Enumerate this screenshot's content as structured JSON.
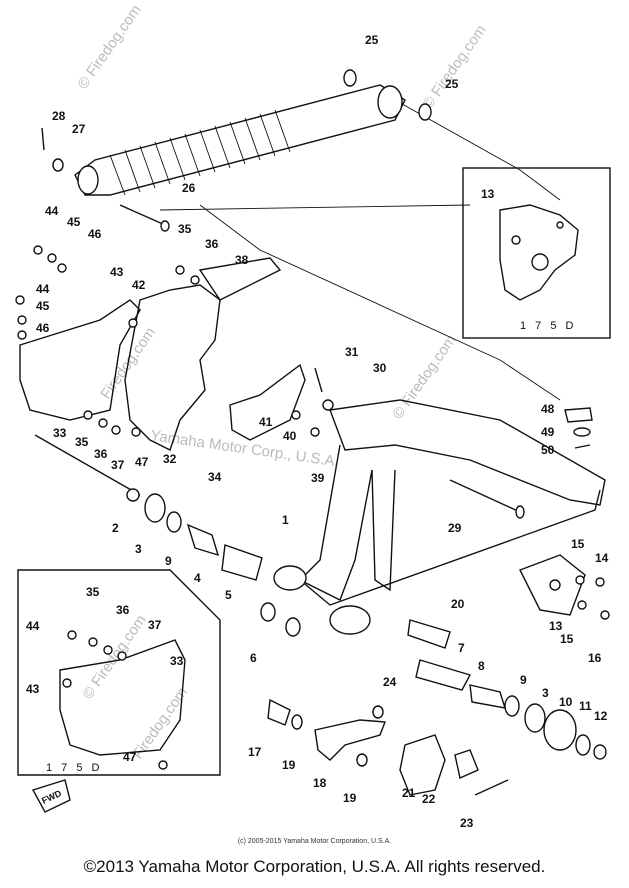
{
  "diagram": {
    "part_numbers": [
      "25",
      "25",
      "28",
      "27",
      "26",
      "13",
      "44",
      "45",
      "46",
      "35",
      "36",
      "38",
      "43",
      "42",
      "44",
      "45",
      "46",
      "31",
      "30",
      "48",
      "49",
      "50",
      "33",
      "35",
      "36",
      "37",
      "47",
      "32",
      "34",
      "41",
      "40",
      "39",
      "1",
      "2",
      "3",
      "9",
      "4",
      "5",
      "29",
      "15",
      "14",
      "20",
      "13",
      "15",
      "16",
      "6",
      "7",
      "8",
      "9",
      "3",
      "10",
      "11",
      "12",
      "24",
      "17",
      "19",
      "18",
      "19",
      "21",
      "22",
      "23",
      "35",
      "36",
      "37",
      "44",
      "43",
      "33",
      "47"
    ],
    "inset_captions": [
      "1 7 5 D",
      "1 7 5 D"
    ],
    "direction_label": "FWD",
    "watermarks": [
      "© Firedog.com",
      "Firedog.com",
      "Yamaha Motor Corp., U.S.A.",
      "© Firedog.com",
      "© Firedog.com",
      "© Firedog.com",
      "Firedog.com"
    ]
  },
  "small_copyright": "(c) 2005-2015 Yamaha Motor Corporation, U.S.A.",
  "footer_copyright": "©2013 Yamaha Motor Corporation, U.S.A. All rights reserved."
}
